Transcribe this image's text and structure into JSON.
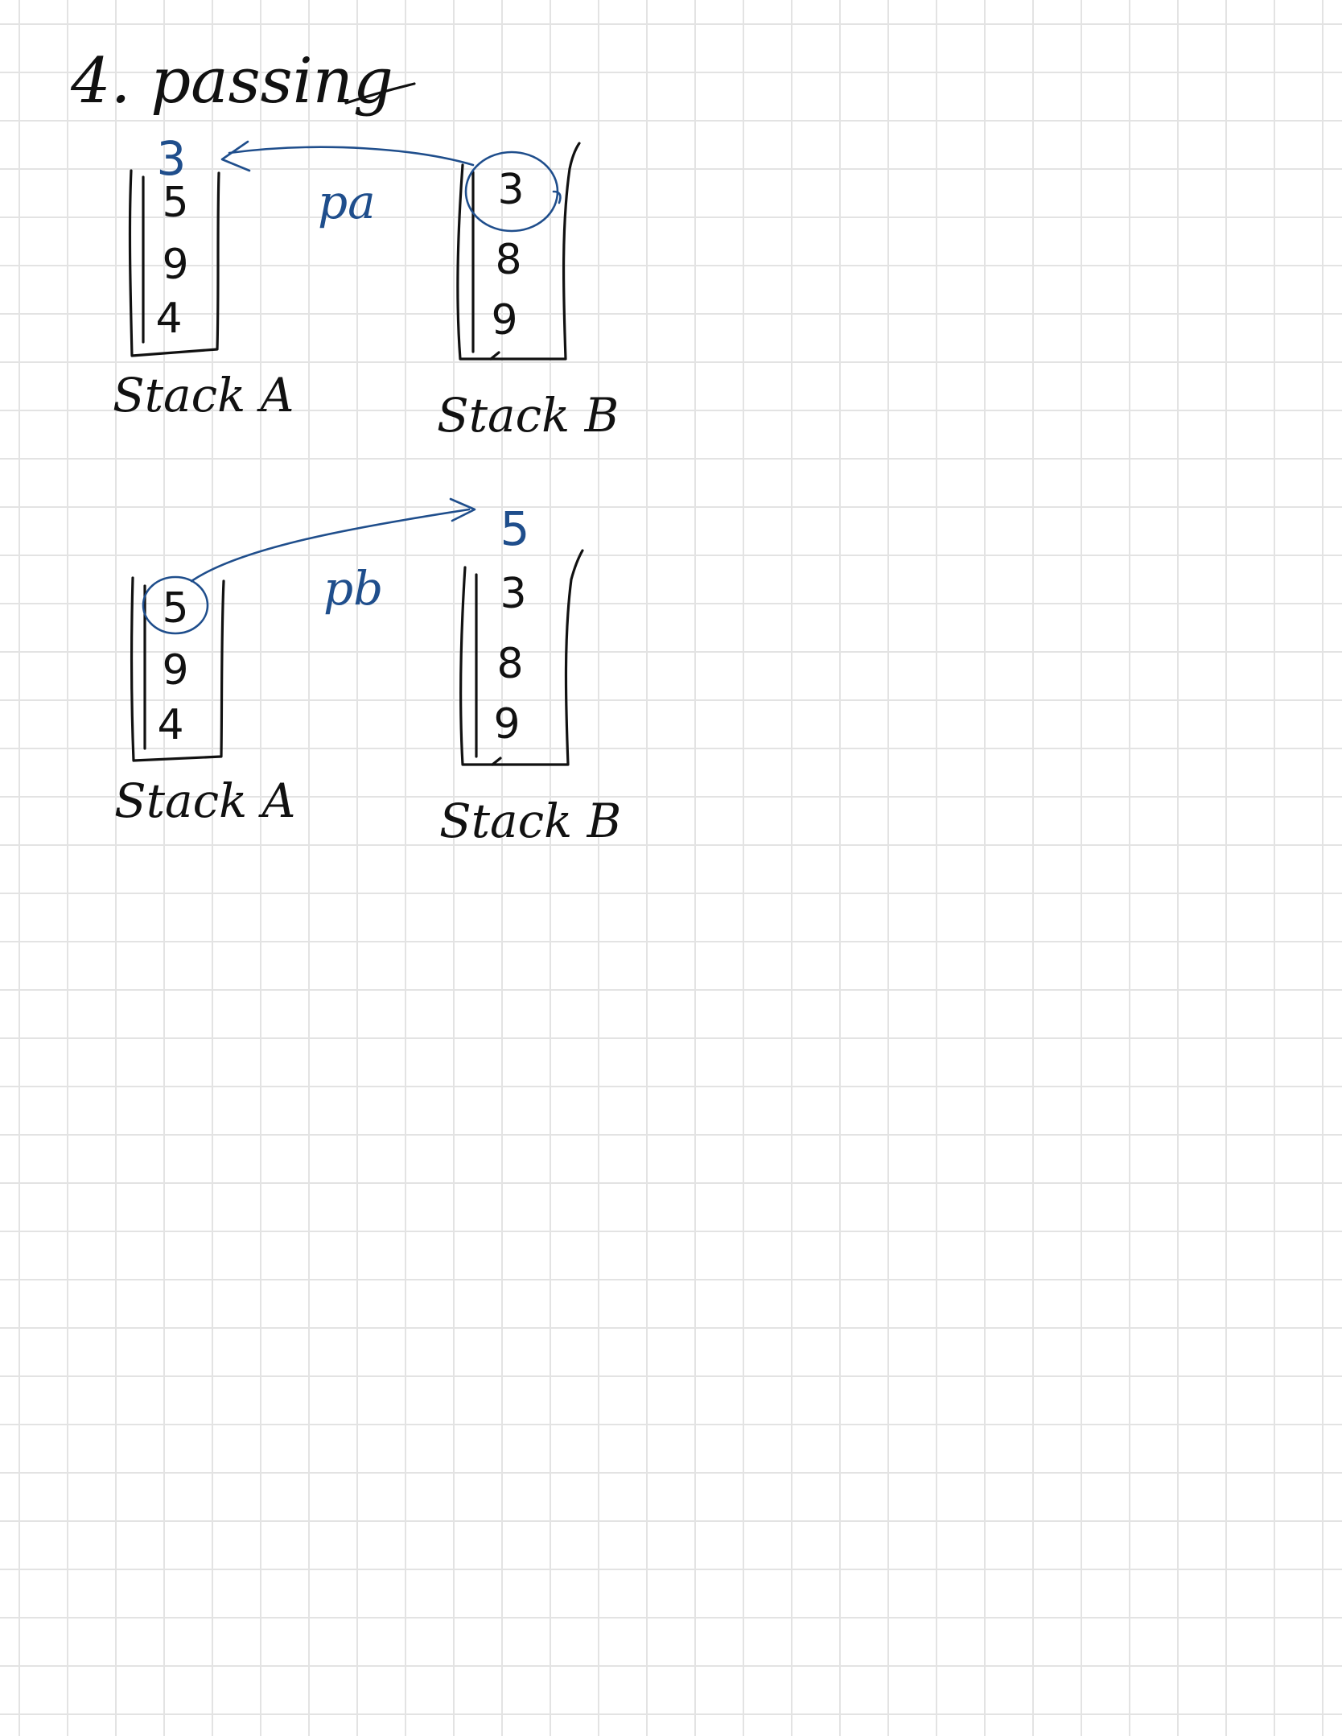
{
  "title": "4. passing",
  "colors": {
    "ink": "#111111",
    "annotation": "#1f4e8c",
    "grid": "#e3e3e3"
  },
  "panels": [
    {
      "operation": "pa",
      "moved_value": "3",
      "stack_a": {
        "label": "Stack A",
        "values": [
          "5",
          "9",
          "4"
        ]
      },
      "stack_b": {
        "label": "Stack B",
        "values": [
          "3",
          "8",
          "9"
        ]
      }
    },
    {
      "operation": "pb",
      "moved_value": "5",
      "stack_a": {
        "label": "Stack A",
        "values": [
          "5",
          "9",
          "4"
        ]
      },
      "stack_b": {
        "label": "Stack B",
        "values": [
          "3",
          "8",
          "9"
        ]
      }
    }
  ]
}
